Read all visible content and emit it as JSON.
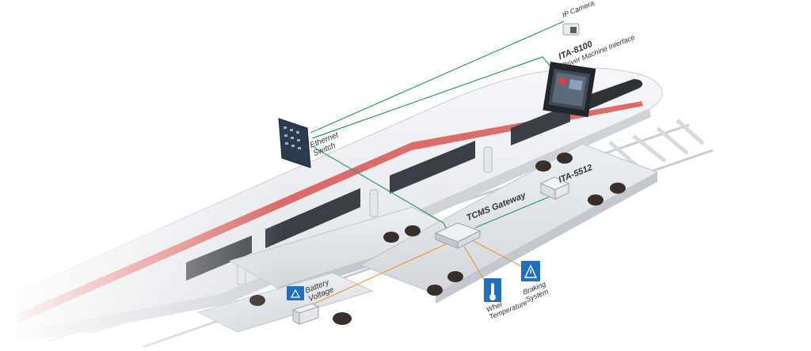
{
  "labels": {
    "ip_camera": "IP Camera",
    "ita8100_title": "ITA-8100",
    "ita8100_sub": "Driver Machine Interface",
    "ethernet_switch": "Ethernet\nSwitch",
    "ita5512": "ITA-5512",
    "tcms_gateway": "TCMS Gateway",
    "battery_voltage": "Battery\nVoltage",
    "wheel_temperature": "Whel\nTemperature",
    "braking_system": "Braking\nSystem"
  },
  "colors": {
    "ethernet_link": "#2e9b55",
    "serial_link": "#f39a2b",
    "icon_blue": "#1f6fc2",
    "train_body": "#eef0f3",
    "stripe": "#d9534f",
    "window": "#3b3f45"
  },
  "icons": [
    "camera-icon",
    "hmi-panel-icon",
    "switch-icon",
    "gateway-icon",
    "ita5512-icon",
    "battery-icon",
    "thermometer-icon",
    "warning-icon"
  ]
}
